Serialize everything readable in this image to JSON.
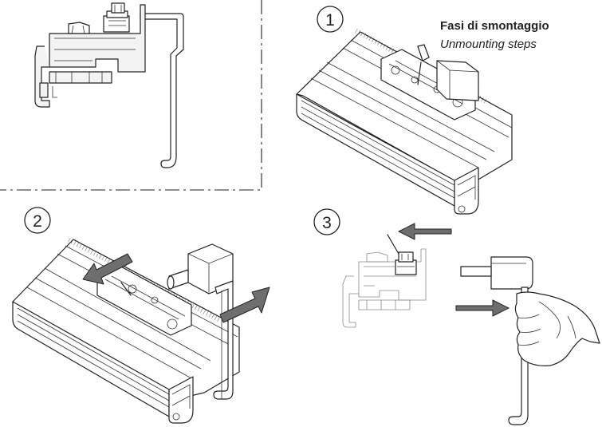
{
  "title_it": "Fasi di smontaggio",
  "title_en": "Unmounting steps",
  "steps": [
    {
      "number": "1"
    },
    {
      "number": "2"
    },
    {
      "number": "3"
    }
  ],
  "colors": {
    "line": "#222222",
    "arrow_fill": "#6e6e6e",
    "profile_fill": "#f3f3f3",
    "background": "#ffffff"
  }
}
